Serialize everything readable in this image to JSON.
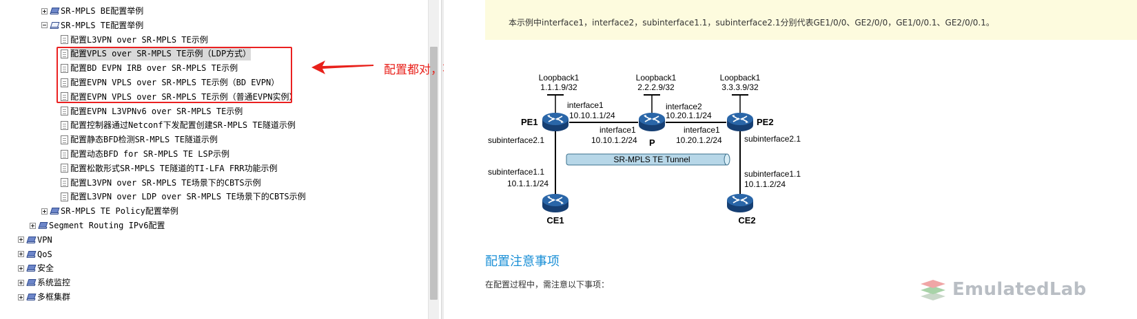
{
  "tree": {
    "items": [
      {
        "label": "SR-MPLS BE配置举例",
        "level": 3,
        "type": "book",
        "expander": "plus"
      },
      {
        "label": "SR-MPLS TE配置举例",
        "level": 3,
        "type": "book",
        "expander": "minus"
      },
      {
        "label": "配置L3VPN over SR-MPLS TE示例",
        "level": 4,
        "type": "page"
      },
      {
        "label": "配置VPLS over SR-MPLS TE示例（LDP方式）",
        "level": 4,
        "type": "page",
        "selected": true
      },
      {
        "label": "配置BD EVPN IRB over SR-MPLS TE示例",
        "level": 4,
        "type": "page"
      },
      {
        "label": "配置EVPN VPLS over SR-MPLS TE示例（BD EVPN）",
        "level": 4,
        "type": "page"
      },
      {
        "label": "配置EVPN VPLS over SR-MPLS TE示例（普通EVPN实例）",
        "level": 4,
        "type": "page"
      },
      {
        "label": "配置EVPN L3VPNv6 over SR-MPLS TE示例",
        "level": 4,
        "type": "page"
      },
      {
        "label": "配置控制器通过Netconf下发配置创建SR-MPLS TE隧道示例",
        "level": 4,
        "type": "page"
      },
      {
        "label": "配置静态BFD检测SR-MPLS TE隧道示例",
        "level": 4,
        "type": "page"
      },
      {
        "label": "配置动态BFD for SR-MPLS TE LSP示例",
        "level": 4,
        "type": "page"
      },
      {
        "label": "配置松散形式SR-MPLS TE隧道的TI-LFA FRR功能示例",
        "level": 4,
        "type": "page"
      },
      {
        "label": "配置L3VPN over SR-MPLS TE场景下的CBTS示例",
        "level": 4,
        "type": "page"
      },
      {
        "label": "配置L3VPN over LDP over SR-MPLS TE场景下的CBTS示例",
        "level": 4,
        "type": "page"
      },
      {
        "label": "SR-MPLS TE Policy配置举例",
        "level": 3,
        "type": "book",
        "expander": "plus"
      },
      {
        "label": "Segment Routing IPv6配置",
        "level": 2,
        "type": "book",
        "expander": "plus"
      },
      {
        "label": "VPN",
        "level": 1,
        "type": "book",
        "expander": "plus"
      },
      {
        "label": "QoS",
        "level": 1,
        "type": "book",
        "expander": "plus"
      },
      {
        "label": "安全",
        "level": 1,
        "type": "book",
        "expander": "plus"
      },
      {
        "label": "系统监控",
        "level": 1,
        "type": "book",
        "expander": "plus"
      },
      {
        "label": "多框集群",
        "level": 1,
        "type": "book",
        "expander": "plus"
      }
    ]
  },
  "annotation": {
    "text": "配置都对，不通",
    "color": "#e8201a"
  },
  "doc": {
    "note": "本示例中interface1，interface2，subinterface1.1，subinterface2.1分别代表GE1/0/0、GE2/0/0，GE1/0/0.1、GE2/0/0.1。",
    "section_heading": "配置注意事项",
    "section_body": "在配置过程中，需注意以下事项：",
    "heading_color": "#1a8fd6",
    "note_bg": "#fdfbde"
  },
  "topology": {
    "pe1": {
      "name": "PE1",
      "loopback_label": "Loopback1",
      "loopback_ip": "1.1.1.9/32",
      "if1_label": "interface1",
      "if1_ip": "10.10.1.1/24",
      "sub21_label": "subinterface2.1"
    },
    "p": {
      "name": "P",
      "loopback_label": "Loopback1",
      "loopback_ip": "2.2.2.9/32",
      "if1_label": "interface1",
      "if1_ip": "10.10.1.2/24",
      "if2_label": "interface2",
      "if2_ip": "10.20.1.1/24"
    },
    "pe2": {
      "name": "PE2",
      "loopback_label": "Loopback1",
      "loopback_ip": "3.3.3.9/32",
      "if1_label": "interface1",
      "if1_ip": "10.20.1.2/24",
      "sub21_label": "subinterface2.1"
    },
    "ce1": {
      "name": "CE1",
      "if_label": "subinterface1.1",
      "if_ip": "10.1.1.1/24"
    },
    "ce2": {
      "name": "CE2",
      "if_label": "subinterface1.1",
      "if_ip": "10.1.1.2/24"
    },
    "tunnel_label": "SR-MPLS TE Tunnel",
    "router_color": "#1d4f8c"
  },
  "watermark": {
    "text": "EmulatedLab"
  }
}
